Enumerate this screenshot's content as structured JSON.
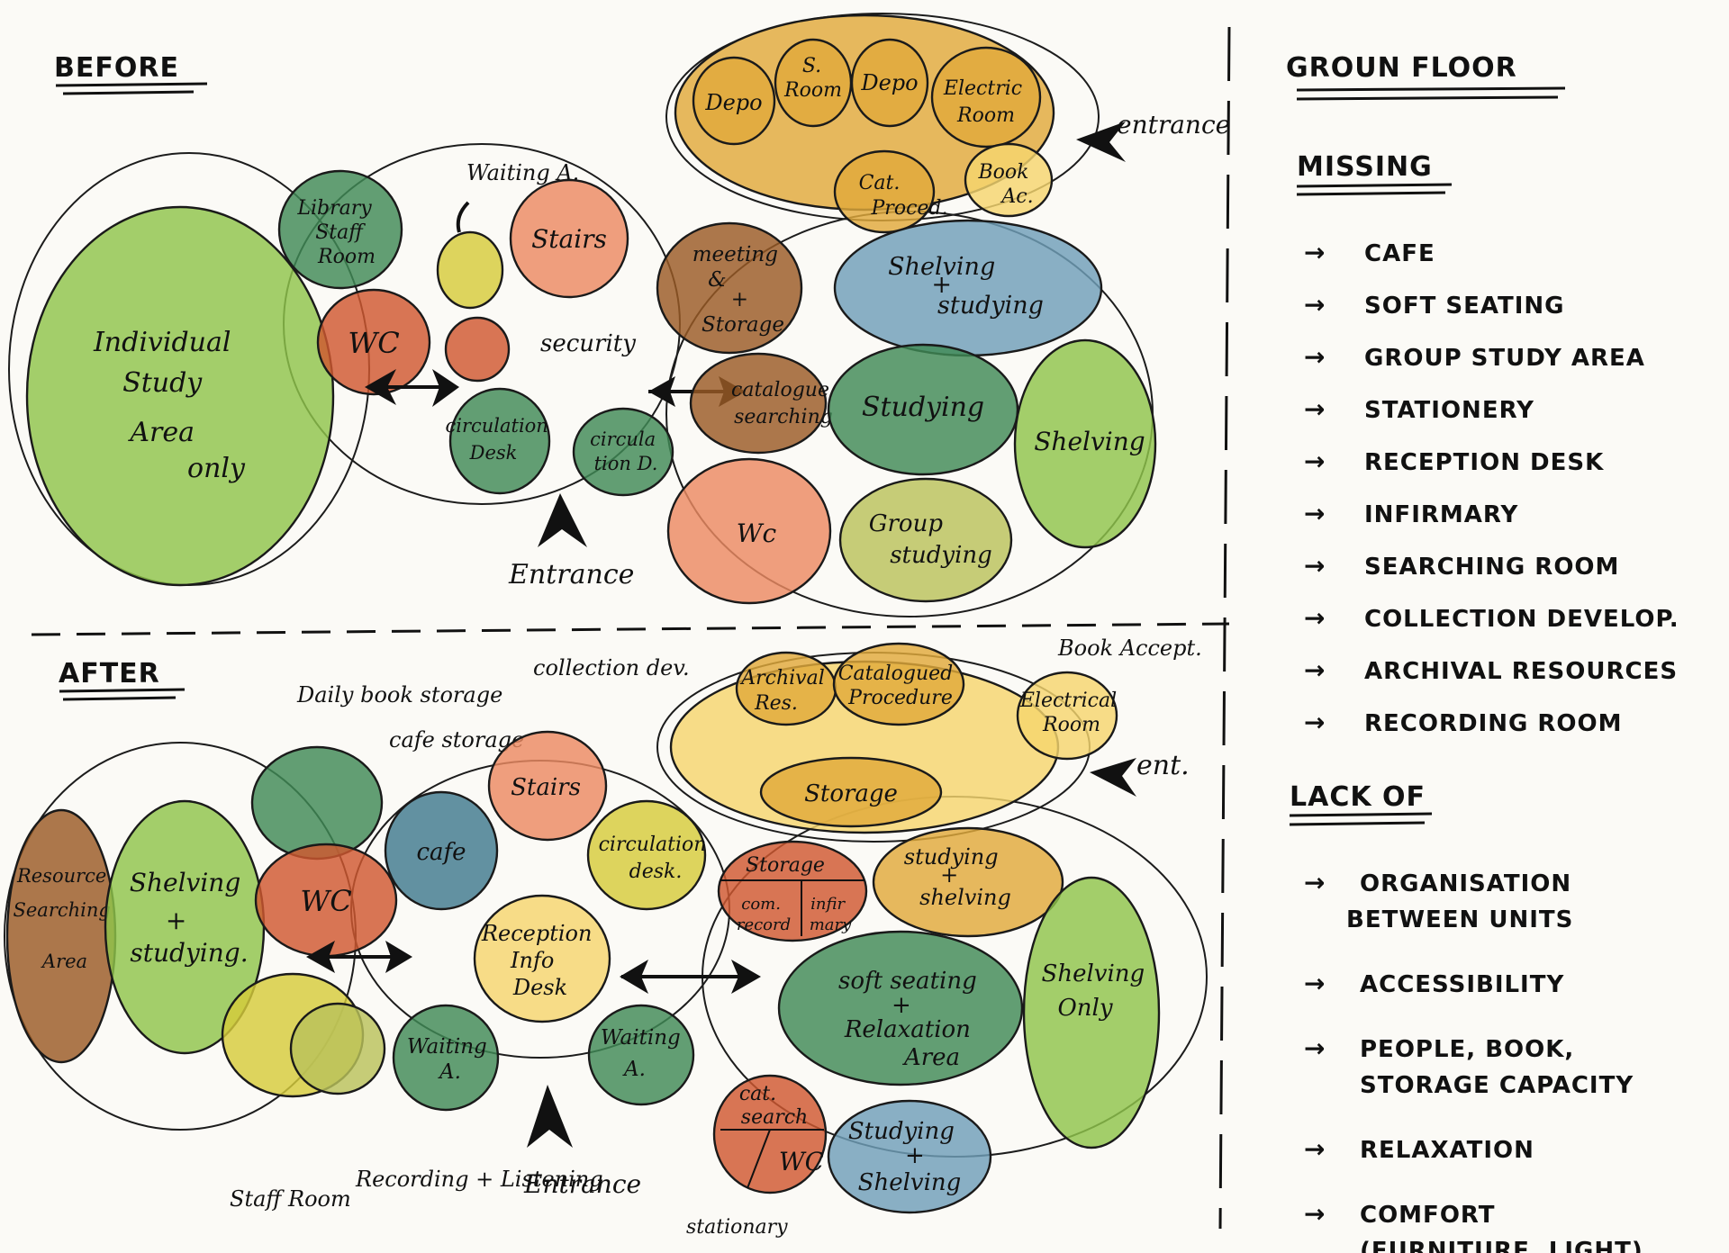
{
  "before": {
    "title": "BEFORE",
    "labels": {
      "individual": [
        "Individual",
        "Study",
        "Area",
        "only"
      ],
      "staff": [
        "Library",
        "Staff",
        "Room"
      ],
      "wc_left": [
        "WC"
      ],
      "waiting": "Waiting A.",
      "stairs": [
        "Stairs"
      ],
      "security": "security",
      "circ1": [
        "circulation",
        "Desk"
      ],
      "circ2": [
        "circula",
        "tion D."
      ],
      "entrance": "Entrance",
      "entrance_right": "entrance",
      "depo1": [
        "Depo"
      ],
      "sroom": [
        "S.",
        "Room"
      ],
      "depo2": [
        "Depo"
      ],
      "electric": [
        "Electric",
        "Room"
      ],
      "cat": [
        "Cat.",
        "Proced."
      ],
      "bookac": [
        "Book",
        "Ac."
      ],
      "meeting": [
        "meeting",
        "&",
        "+",
        "Storage"
      ],
      "catalogue": [
        "catalogue",
        "searching"
      ],
      "shelving_studying": [
        "Shelving",
        "+",
        "studying"
      ],
      "studying": [
        "Studying"
      ],
      "shelving": [
        "Shelving"
      ],
      "wc_right": [
        "Wc"
      ],
      "group": [
        "Group",
        "studying"
      ]
    }
  },
  "after": {
    "title": "AFTER",
    "labels": {
      "resource": [
        "Resource",
        "Searching",
        "Area"
      ],
      "shelving_studying": [
        "Shelving",
        "+",
        "studying."
      ],
      "daily": "Daily book storage",
      "cafe_storage": "cafe storage",
      "wc": [
        "WC"
      ],
      "cafe": [
        "cafe"
      ],
      "stairs": [
        "Stairs"
      ],
      "circ": [
        "circulation",
        "desk."
      ],
      "reception": [
        "Reception",
        "Info",
        "Desk"
      ],
      "waiting1": [
        "Waiting",
        "A."
      ],
      "waiting2": [
        "Waiting",
        "A."
      ],
      "staff_room": "Staff Room",
      "recording": "Recording + Listening",
      "entrance": "Entrance",
      "collection": "collection dev.",
      "archival": [
        "Archival",
        "Res."
      ],
      "catalogued": [
        "Catalogued",
        "Procedure"
      ],
      "book_accept": "Book Accept.",
      "electrical": [
        "Electrical",
        "Room"
      ],
      "ent": "ent.",
      "storage_top": [
        "Storage"
      ],
      "storage_small": [
        "Storage"
      ],
      "com_record": [
        "com.",
        "record"
      ],
      "infirmary": [
        "infir",
        "mary"
      ],
      "studying_shelving": [
        "studying",
        "+",
        "shelving"
      ],
      "soft": [
        "soft seating",
        "+",
        "Relaxation",
        "Area"
      ],
      "shelving_only": [
        "Shelving",
        "Only"
      ],
      "cat_search": [
        "cat.",
        "search"
      ],
      "wc2": [
        "WC"
      ],
      "studying_shelving2": [
        "Studying",
        "+",
        "Shelving"
      ],
      "stationary": "stationary"
    }
  },
  "notes": {
    "ground_floor": "GROUN FLOOR",
    "missing_title": "MISSING",
    "missing": [
      "CAFE",
      "SOFT SEATING",
      "GROUP STUDY AREA",
      "STATIONERY",
      "RECEPTION DESK",
      "INFIRMARY",
      "SEARCHING ROOM",
      "COLLECTION DEVELOP.",
      "ARCHIVAL RESOURCES",
      "RECORDING ROOM"
    ],
    "lack_title": "LACK OF",
    "lack": [
      [
        "ORGANISATION",
        "BETWEEN UNITS"
      ],
      [
        "ACCESSIBILITY"
      ],
      [
        "PEOPLE, BOOK,",
        "STORAGE CAPACITY"
      ],
      [
        "RELAXATION"
      ],
      [
        "COMFORT",
        "(FURNITURE, LIGHT)"
      ]
    ],
    "arrow": "→"
  },
  "colors": {
    "light_green": "#8fc54a",
    "dark_green": "#3f8a55",
    "orange_red": "#d0582f",
    "salmon": "#ec8a62",
    "yellow": "#d6cc3a",
    "brown": "#9a5a24",
    "mustard": "#e1a93a",
    "blue": "#6f9fb8",
    "olive": "#b9c25a",
    "pale_yellow": "#f5d56e",
    "teal_blue": "#3f7a8e"
  }
}
